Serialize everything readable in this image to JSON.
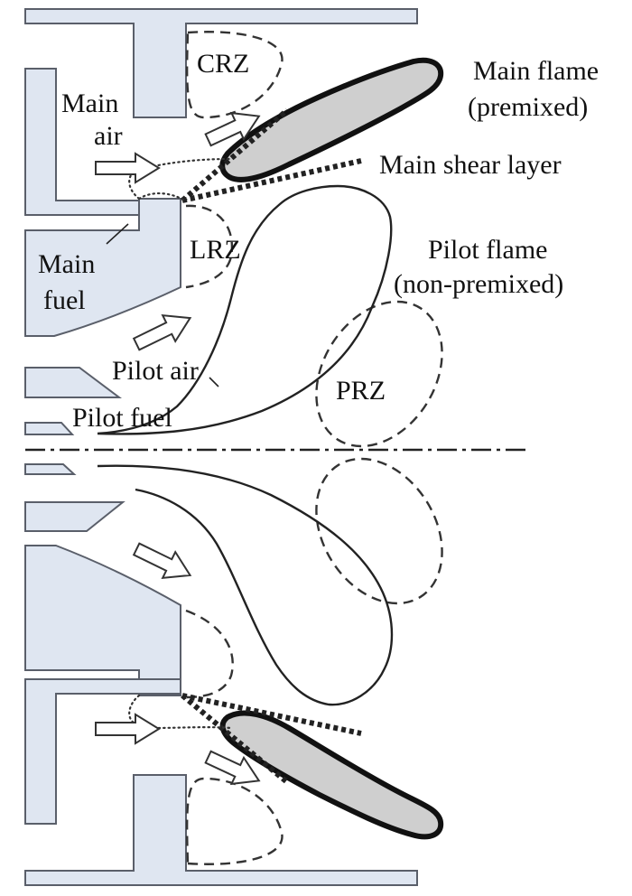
{
  "labels": {
    "crz": "CRZ",
    "main_air_1": "Main",
    "main_air_2": "air",
    "main_flame_1": "Main flame",
    "main_flame_2": "(premixed)",
    "main_shear_layer": "Main shear layer",
    "lrz": "LRZ",
    "main_fuel_1": "Main",
    "main_fuel_2": "fuel",
    "pilot_flame_1": "Pilot flame",
    "pilot_flame_2": "(non-premixed)",
    "pilot_air": "Pilot air",
    "prz": "PRZ",
    "pilot_fuel": "Pilot fuel"
  },
  "colors": {
    "wall_fill": "#dfe6f1",
    "main_flame_fill": "#cfcfcf"
  }
}
